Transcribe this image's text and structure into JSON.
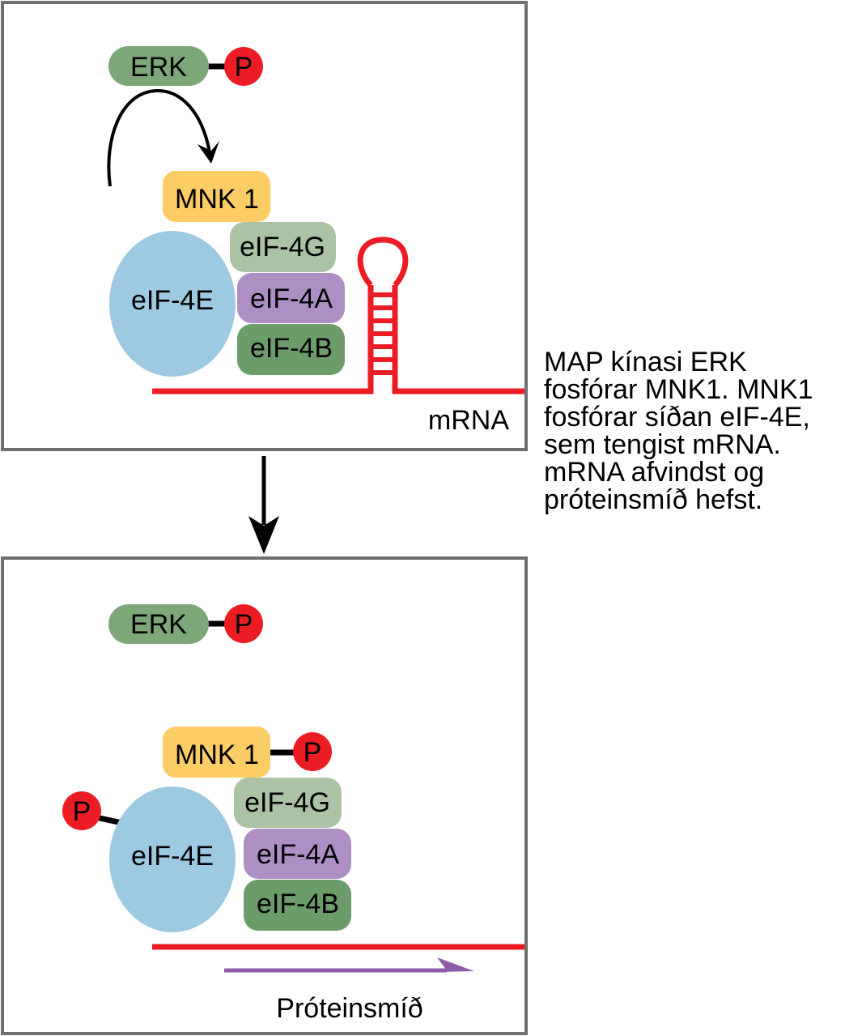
{
  "colors": {
    "erk": "#7ea779",
    "phospho": "#ec1c24",
    "mnk1": "#fdcd65",
    "eif4e": "#9ecae1",
    "eif4g": "#aac3a4",
    "eif4a": "#ad8fc3",
    "eif4b": "#6c9c6a",
    "mrna": "#ec1c24",
    "synthesis_arrow": "#8e5ba8",
    "frame": "#6f6f6f"
  },
  "top_panel": {
    "erk_label": "ERK",
    "phospho_label": "P",
    "mnk1_label": "MNK 1",
    "eif4e_label": "eIF-4E",
    "eif4g_label": "eIF-4G",
    "eif4a_label": "eIF-4A",
    "eif4b_label": "eIF-4B",
    "mrna_label": "mRNA"
  },
  "bottom_panel": {
    "erk_label": "ERK",
    "erk_phospho_label": "P",
    "mnk1_label": "MNK 1",
    "mnk1_phospho_label": "P",
    "eif4e_phospho_label": "P",
    "eif4e_label": "eIF-4E",
    "eif4g_label": "eIF-4G",
    "eif4a_label": "eIF-4A",
    "eif4b_label": "eIF-4B",
    "synthesis_label": "Próteinsmíð"
  },
  "caption": {
    "lines": [
      "MAP kínasi ERK",
      "fosfórar MNK1. MNK1",
      "fosfórar síðan eIF-4E,",
      "sem tengist mRNA.",
      "mRNA afvindst og",
      "próteinsmíð hefst."
    ]
  }
}
